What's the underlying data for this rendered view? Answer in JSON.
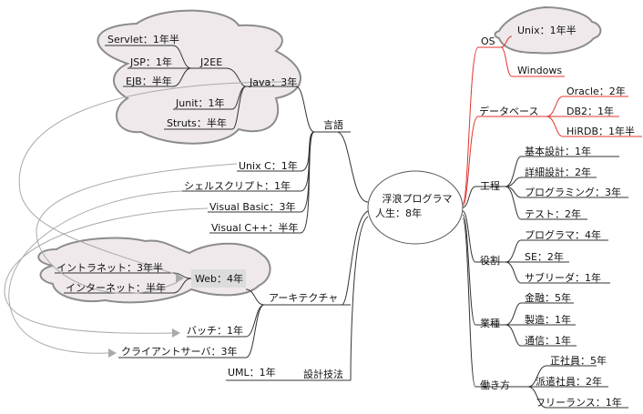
{
  "root": {
    "line1": "浮浪プログラマ",
    "line2": "人生：8年"
  },
  "left": {
    "language": {
      "label": "言語",
      "java": "Java：3年",
      "j2ee": "J2EE",
      "servlet": "Servlet：1年半",
      "jsp": "JSP：1年",
      "ejb": "EJB：半年",
      "junit": "Junit：1年",
      "struts": "Struts：半年",
      "unixc": "Unix C：1年",
      "shell": "シェルスクリプト：1年",
      "vb": "Visual Basic：3年",
      "vcpp": "Visual C++：半年"
    },
    "architecture": {
      "label": "アーキテクチャ",
      "intranet": "イントラネット：3年半",
      "internet": "インターネット：半年",
      "web": "Web：4年",
      "batch": "バッチ：1年",
      "cs": "クライアントサーバ：3年"
    },
    "design": {
      "label": "設計技法",
      "uml": "UML：1年"
    }
  },
  "right": {
    "os": {
      "label": "OS",
      "unix": "Unix：1年半",
      "windows": "Windows"
    },
    "db": {
      "label": "データベース",
      "oracle": "Oracle：2年",
      "db2": "DB2：1年",
      "hirdb": "HiRDB：1年半"
    },
    "process": {
      "label": "工程",
      "basic": "基本設計：1年",
      "detail": "詳細設計：2年",
      "prog": "プログラミング：3年",
      "test": "テスト：2年"
    },
    "role": {
      "label": "役割",
      "programmer": "プログラマ：4年",
      "se": "SE：2年",
      "subleader": "サブリーダ：1年"
    },
    "industry": {
      "label": "業種",
      "finance": "金融：5年",
      "manufacturing": "製造：1年",
      "telecom": "通信：1年"
    },
    "work": {
      "label": "働き方",
      "regular": "正社員：5年",
      "dispatch": "派遣社員：2年",
      "freelance": "フリーランス：1年"
    }
  },
  "colors": {
    "os_branch": "#e0342f",
    "db_branch": "#e0342f",
    "cloud_fill": "#efe9ec",
    "cloud_stroke": "#8c8c8c",
    "web_highlight": "#dcdcdc",
    "arrow": "#aaaaaa"
  }
}
